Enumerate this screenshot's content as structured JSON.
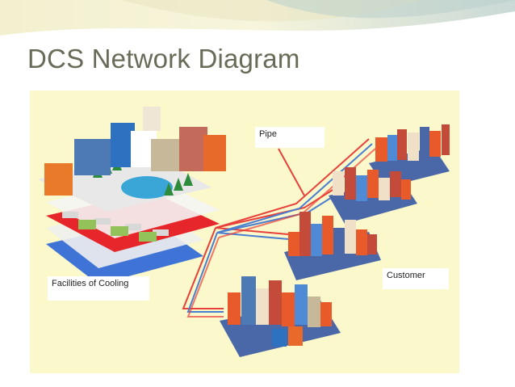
{
  "slide": {
    "title": "DCS Network Diagram"
  },
  "diagram": {
    "labels": {
      "pipe": "Pipe",
      "cooling": "Facilities of Cooling",
      "customer": "Customer"
    },
    "colors": {
      "background": "#fbf8cc",
      "pipe_red": "#e8403a",
      "pipe_blue": "#4a7fd0",
      "title": "#6a6a58"
    }
  }
}
